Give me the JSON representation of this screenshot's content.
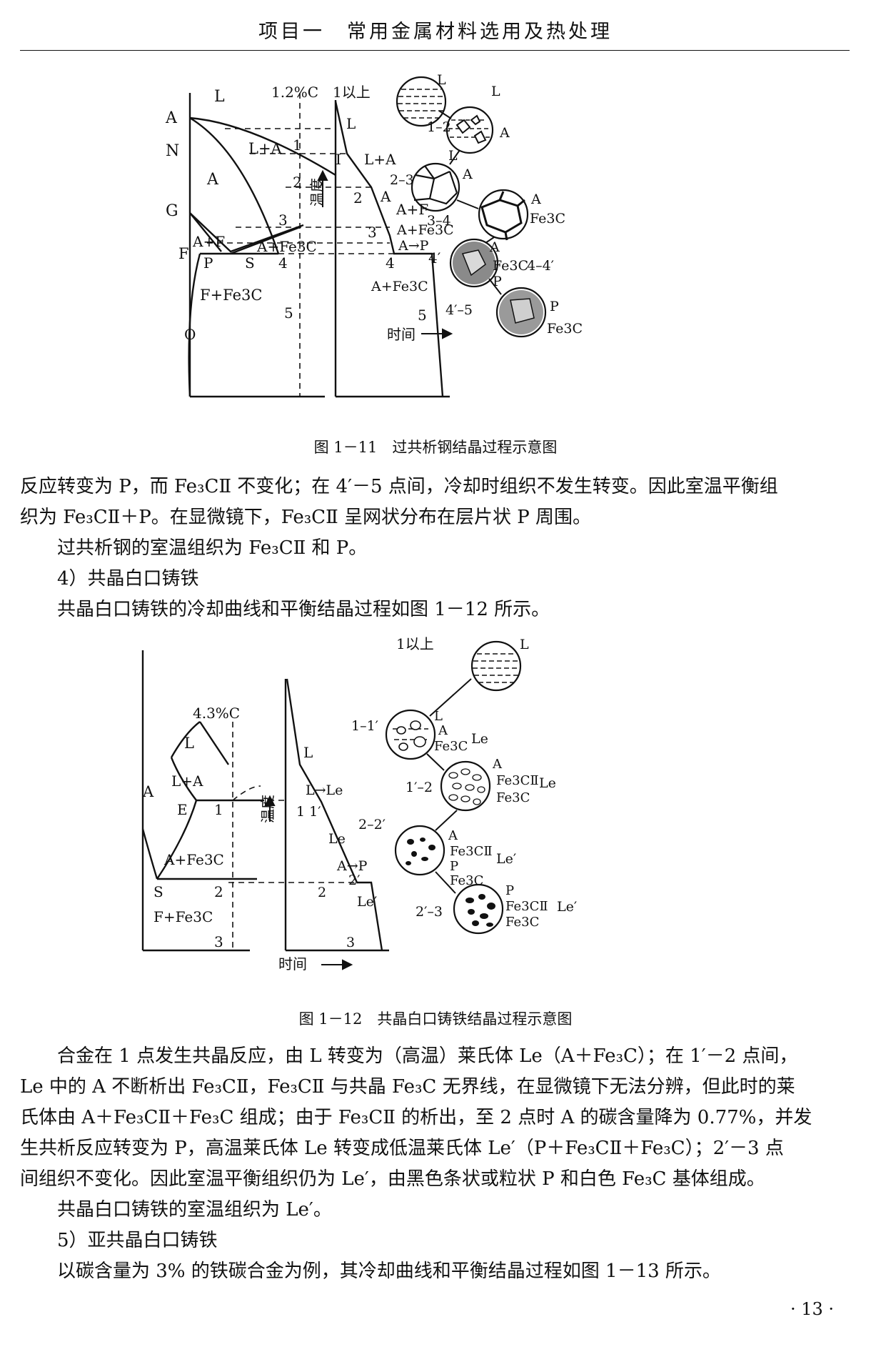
{
  "header": {
    "title": "项目一　常用金属材料选用及热处理"
  },
  "figure1": {
    "caption": "图 1－11　过共析钢结晶过程示意图",
    "composition": "1.2%C",
    "temperature_axis": "温度",
    "time_axis": "时间",
    "diagram_labels": {
      "L": "L",
      "A_region": "A",
      "LA": "L+A",
      "AF": "A+F",
      "AFe3C": "A+Fe3C",
      "FFe3C": "F+Fe3C",
      "pt_A": "A",
      "pt_N": "N",
      "pt_G": "G",
      "pt_F": "F",
      "pt_P": "P",
      "pt_S": "S",
      "pt_O": "O",
      "n1": "1",
      "n2": "2",
      "n3": "3",
      "n4": "4",
      "n5": "5"
    },
    "curve_labels": {
      "L": "L",
      "I": "I",
      "LA": "L+A",
      "n2": "2",
      "A": "A",
      "AF": "A+F",
      "n3": "3",
      "AFe3C": "A+Fe3C",
      "AP": "A→P",
      "n4": "4",
      "n4p": "4′",
      "AFe3C_low": "A+Fe3C",
      "n5": "5"
    },
    "micro_labels": {
      "s1": "1以上",
      "s2": "1–2",
      "s3": "2–3",
      "s4": "3–4",
      "s5": "4–4′",
      "s6": "4′–5",
      "L": "L",
      "A": "A",
      "Fe3C": "Fe3C",
      "P": "P"
    }
  },
  "paragraph1": {
    "line1": "反应转变为 P，而 Fe₃CⅡ 不变化；在 4′－5 点间，冷却时组织不发生转变。因此室温平衡组",
    "line2": "织为 Fe₃CⅡ＋P。在显微镜下，Fe₃CⅡ 呈网状分布在层片状 P 周围。"
  },
  "paragraph2": "过共析钢的室温组织为 Fe₃CⅡ 和 P。",
  "heading4": "4）共晶白口铸铁",
  "paragraph3": "共晶白口铸铁的冷却曲线和平衡结晶过程如图 1－12 所示。",
  "figure2": {
    "caption": "图 1－12　共晶白口铸铁结晶过程示意图",
    "composition": "4.3%C",
    "temperature_axis": "温度",
    "time_axis": "时间",
    "diagram_labels": {
      "L": "L",
      "LA": "L+A",
      "A_region": "A",
      "E": "E",
      "n1": "1",
      "AFe3C": "A+Fe3C",
      "S": "S",
      "n2": "2",
      "FFe3C": "F+Fe3C",
      "n3": "3"
    },
    "curve_labels": {
      "L": "L",
      "LLe": "L→Le",
      "n11": "1 1′",
      "Le": "Le",
      "AP": "A→P",
      "n2p": "2′",
      "n2": "2",
      "Lep": "Le′",
      "n3": "3"
    },
    "micro_labels": {
      "s1": "1以上",
      "s2": "1–1′",
      "s3": "1′–2",
      "s4": "2–2′",
      "s5": "2′–3",
      "L": "L",
      "A": "A",
      "Fe3C": "Fe3C",
      "Fe3CII": "Fe3CⅡ",
      "P": "P",
      "Le": "Le",
      "Lep": "Le′"
    }
  },
  "paragraph4": {
    "line1": "合金在 1 点发生共晶反应，由 L 转变为（高温）莱氏体 Le（A＋Fe₃C）；在 1′－2 点间，",
    "line2": "Le 中的 A 不断析出 Fe₃CⅡ，Fe₃CⅡ 与共晶 Fe₃C 无界线，在显微镜下无法分辨，但此时的莱",
    "line3": "氏体由 A＋Fe₃CⅡ＋Fe₃C 组成；由于 Fe₃CⅡ 的析出，至 2 点时 A 的碳含量降为 0.77%，并发",
    "line4": "生共析反应转变为 P，高温莱氏体 Le 转变成低温莱氏体 Le′（P＋Fe₃CⅡ＋Fe₃C）；2′－3 点",
    "line5": "间组织不变化。因此室温平衡组织仍为 Le′，由黑色条状或粒状 P 和白色 Fe₃C 基体组成。"
  },
  "paragraph5": "共晶白口铸铁的室温组织为 Le′。",
  "heading5": "5）亚共晶白口铸铁",
  "paragraph6": "以碳含量为 3% 的铁碳合金为例，其冷却曲线和平衡结晶过程如图 1－13 所示。",
  "page_number": "· 13 ·"
}
